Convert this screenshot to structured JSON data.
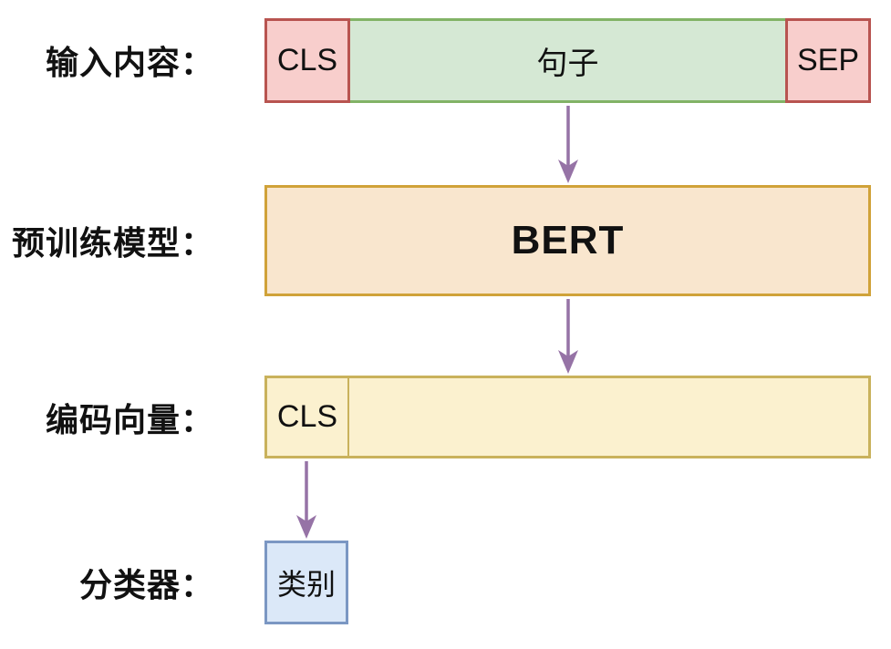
{
  "diagram": {
    "title": "BERT sentence classification flow",
    "input_row": {
      "label": "输入内容：",
      "cls_token": "CLS",
      "sentence": "句子",
      "sep_token": "SEP"
    },
    "model_row": {
      "label": "预训练模型：",
      "model_name": "BERT"
    },
    "encoding_row": {
      "label": "编码向量：",
      "cls_token": "CLS"
    },
    "classifier_row": {
      "label": "分类器：",
      "class_label": "类别"
    },
    "arrows": [
      {
        "from": "input-bar",
        "to": "bert-box"
      },
      {
        "from": "bert-box",
        "to": "encoding-bar"
      },
      {
        "from": "encoding-cls-cell",
        "to": "class-box"
      }
    ]
  },
  "colors": {
    "bg": "#ffffff",
    "red-fill": "#f8cecc",
    "red-stroke": "#b85450",
    "green-fill": "#d5e8d4",
    "green-stroke": "#82b366",
    "orange-fill": "#f9e6ce",
    "orange-stroke": "#d0a239",
    "yellow-fill": "#fbf1cf",
    "yellow-stroke": "#c9b25c",
    "blue-fill": "#dbe8f8",
    "blue-stroke": "#7b97c3",
    "arrow": "#9673a6",
    "text": "#111111"
  }
}
